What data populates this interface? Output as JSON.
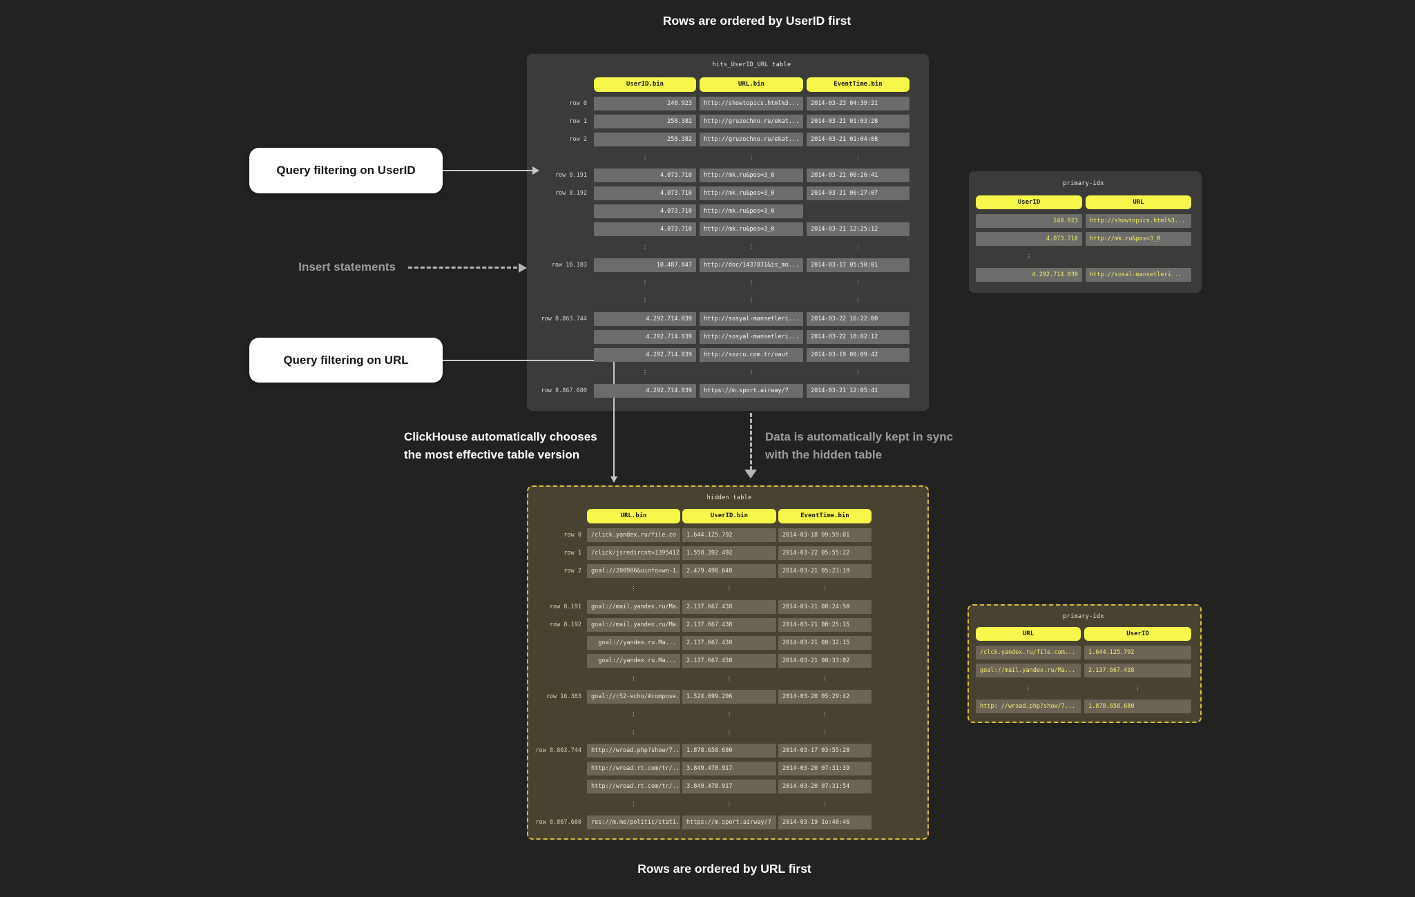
{
  "headline_top": "Rows are ordered by UserID first",
  "headline_bottom": "Rows are ordered by URL first",
  "callouts": {
    "query_userid": "Query filtering on UserID",
    "insert_statements": "Insert statements",
    "query_url": "Query filtering on URL",
    "auto_choose_line1": "ClickHouse automatically chooses",
    "auto_choose_line2": "the most effective table version",
    "sync_line1": "Data is automatically kept in sync",
    "sync_line2": "with the hidden table"
  },
  "main_table": {
    "title": "hits_UserID_URL table",
    "columns": [
      "UserID.bin",
      "URL.bin",
      "EventTime.bin"
    ],
    "rows": [
      {
        "label": "row 0",
        "cells": [
          "240.923",
          "http://showtopics.html%3...",
          "2014-03-23 04:39:21"
        ]
      },
      {
        "label": "row 1",
        "cells": [
          "258.382",
          "http://gruzochno.ru/ekat...",
          "2014-03-21 01:03:28"
        ]
      },
      {
        "label": "row 2",
        "cells": [
          "258.382",
          "http://gruzochno.ru/ekat...",
          "2014-03-21 01:04:08"
        ]
      },
      {
        "dots": "all"
      },
      {
        "label": "row 8.191",
        "cells": [
          "4.073.710",
          "http://mk.ru&pos=3_0",
          "2014-03-21 00:26:41"
        ]
      },
      {
        "label": "row 8.192",
        "cells": [
          "4.073.710",
          "http://mk.ru&pos=3_0",
          "2014-03-21 00:27:07"
        ]
      },
      {
        "label": "",
        "cells": [
          "4.073.710",
          "http://mk.ru&pos=3_0",
          null
        ]
      },
      {
        "label": "",
        "cells": [
          "4.073.710",
          "http://mk.ru&pos=3_0",
          "2014-03-21 12:25:12"
        ]
      },
      {
        "dots": "all"
      },
      {
        "label": "row 16.383",
        "cells": [
          "10.487.847",
          "http://doc/1437831&is_mo...",
          "2014-03-17 05:50:01"
        ]
      },
      {
        "dots": "all"
      },
      {
        "dots": "all"
      },
      {
        "label": "row 8.863.744",
        "cells": [
          "4.292.714.039",
          "http://sosyal-mansetleri...",
          "2014-03-22 16:22:00"
        ]
      },
      {
        "label": "",
        "cells": [
          "4.292.714.039",
          "http://sosyal-mansetleri...",
          "2014-03-22 18:02:12"
        ]
      },
      {
        "label": "",
        "cells": [
          "4.292.714.039",
          "http://sozcu.com.tr/oaut",
          "2014-03-19 00:09:42"
        ]
      },
      {
        "dots": "all"
      },
      {
        "label": "row 8.867.680",
        "cells": [
          "4.292.714.039",
          "https://m.sport.airway/?",
          "2014-03-21 12:05:41"
        ]
      }
    ]
  },
  "hidden_table": {
    "title": "hidden table",
    "columns": [
      "URL.bin",
      "UserID.bin",
      "EventTime.bin"
    ],
    "rows": [
      {
        "label": "row 0",
        "cells": [
          "/click.yandex.ru/file.co ...",
          "1.644.125.792",
          "2014-03-18 09:59:01"
        ]
      },
      {
        "label": "row 1",
        "cells": [
          "/click/jsredircnt=1395412...",
          "1.558.392.492",
          "2014-03-22 05:55:22"
        ]
      },
      {
        "label": "row 2",
        "cells": [
          "goal://200986&uinfo=wn-1...",
          "2.479.498.648",
          "2014-03-21 05:23:19"
        ]
      },
      {
        "dots": "all"
      },
      {
        "label": "row 8.191",
        "cells": [
          "goal://mail.yandex.ru/Ma...",
          "2.137.667.438",
          "2014-03-21 08:24:50"
        ]
      },
      {
        "label": "row 8.192",
        "cells": [
          "goal://mail.yandex.ru/Ma...",
          "2.137.667.438",
          "2014-03-21 08:25:15"
        ]
      },
      {
        "label": "",
        "cells": [
          "goal://yandex.ru.Ma...",
          "2.137.667.438",
          "2014-03-21 08:32:15"
        ]
      },
      {
        "label": "",
        "cells": [
          "goal://yandex.ru.Ma...",
          "2.137.667.438",
          "2014-03-21 08:33:02"
        ]
      },
      {
        "dots": "all"
      },
      {
        "label": "row 16.383",
        "cells": [
          "goal://r52-echo/#compose...",
          "1.524.699.296",
          "2014-03-20 05:29:42"
        ]
      },
      {
        "dots": "all"
      },
      {
        "dots": "all"
      },
      {
        "label": "row 8.863.744",
        "cells": [
          "http://wroad.php?show/7...",
          "1.878.658.680",
          "2014-03-17 03:55:28"
        ]
      },
      {
        "label": "",
        "cells": [
          "http://wroad.rt.com/tr/...",
          "3.849.478.917",
          "2014-03-20 07:31:39"
        ]
      },
      {
        "label": "",
        "cells": [
          "http://wroad.rt.com/tr/...",
          "3.849.478.917",
          "2014-03-20 07:31:54"
        ]
      },
      {
        "dots": "all"
      },
      {
        "label": "row 8.867.680",
        "cells": [
          "res://m.me/politic/stati...",
          "https://m.sport.airway/?",
          "2014-03-19 1o:48:46"
        ]
      }
    ]
  },
  "primary_idx_top": {
    "title": "primary-idx",
    "columns": [
      "UserID",
      "URL"
    ],
    "rows": [
      {
        "cells": [
          "240.923",
          "http://showtopics.html%3..."
        ]
      },
      {
        "cells": [
          "4.073.710",
          "http://mk.ru&pos=3_0"
        ]
      },
      {
        "dots": "first"
      },
      {
        "cells": [
          "4.292.714.039",
          "http://sosal-mansetleri..."
        ]
      }
    ]
  },
  "primary_idx_bottom": {
    "title": "primary-idx",
    "columns": [
      "URL",
      "UserID"
    ],
    "rows": [
      {
        "cells": [
          "/clck.yandex.ru/file.com...",
          "1.644.125.792"
        ]
      },
      {
        "cells": [
          "goal://mail.yandex.ru/Ma...",
          "2.137.667.438"
        ]
      },
      {
        "dots": "both"
      },
      {
        "cells": [
          "http: //wroad.php?show/7...",
          "1.878.658.680"
        ]
      }
    ]
  },
  "colors": {
    "page_bg": "#222221",
    "panel_dark": "#3b3b39",
    "panel_olive": "#484231",
    "cell_dark": "#6c6c6a",
    "cell_olive": "#6c6557",
    "header_yellow": "#f6f64b",
    "dashed_border_yellow": "#d9be3b",
    "idx_value_yellow": "#f2ef68",
    "arrow_gray": "#c9c9c9",
    "label_gray": "#9c9c9a"
  }
}
